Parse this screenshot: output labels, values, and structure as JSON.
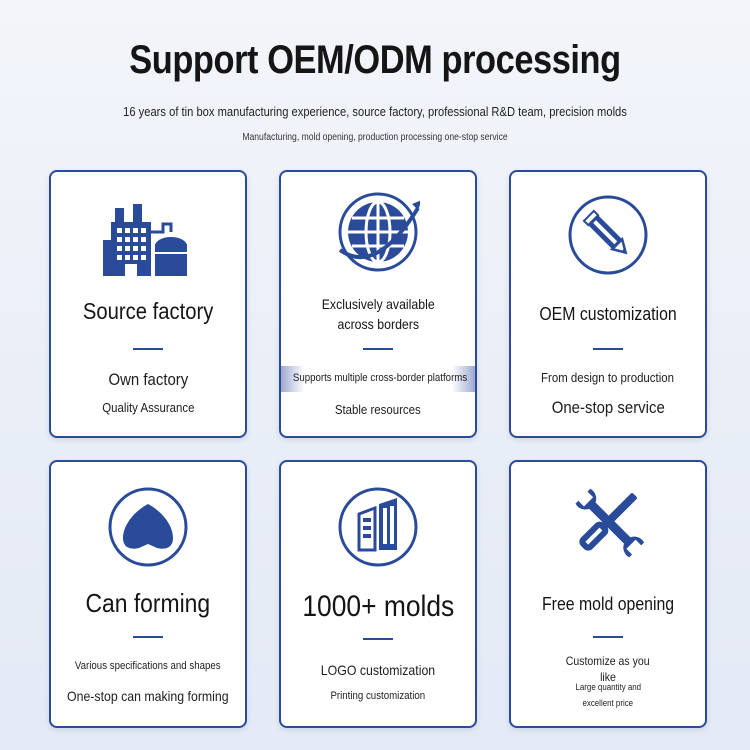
{
  "header": {
    "title": "Support OEM/ODM processing",
    "subtitle": "16 years of tin box manufacturing experience, source factory, professional R&D team, precision molds",
    "tagline": "Manufacturing, mold opening, production processing one-stop service"
  },
  "cards": [
    {
      "icon": "factory-icon",
      "heading": "Source factory",
      "line1": "Own factory",
      "line2": "Quality Assurance"
    },
    {
      "icon": "globe-icon",
      "heading_line1": "Exclusively available",
      "heading_line2": "across borders",
      "line1": "Supports multiple cross-border platforms",
      "line2": "Stable resources"
    },
    {
      "icon": "pencil-icon",
      "heading": "OEM customization",
      "line1": "From design to production",
      "line2": "One-stop service"
    },
    {
      "icon": "can-shape-icon",
      "heading": "Can forming",
      "line1": "Various specifications and shapes",
      "line2": "One-stop can making forming"
    },
    {
      "icon": "building-icon",
      "heading": "1000+ molds",
      "line1": "LOGO customization",
      "line2": "Printing customization"
    },
    {
      "icon": "wrench-screwdriver-icon",
      "heading": "Free mold opening",
      "line1a": "Customize as you",
      "line1b": "like",
      "line2a": "Large quantity and",
      "line2b": "excellent price"
    }
  ],
  "colors": {
    "accent": "#2a4a9a",
    "background": "#eef1f8",
    "card": "#ffffff"
  }
}
